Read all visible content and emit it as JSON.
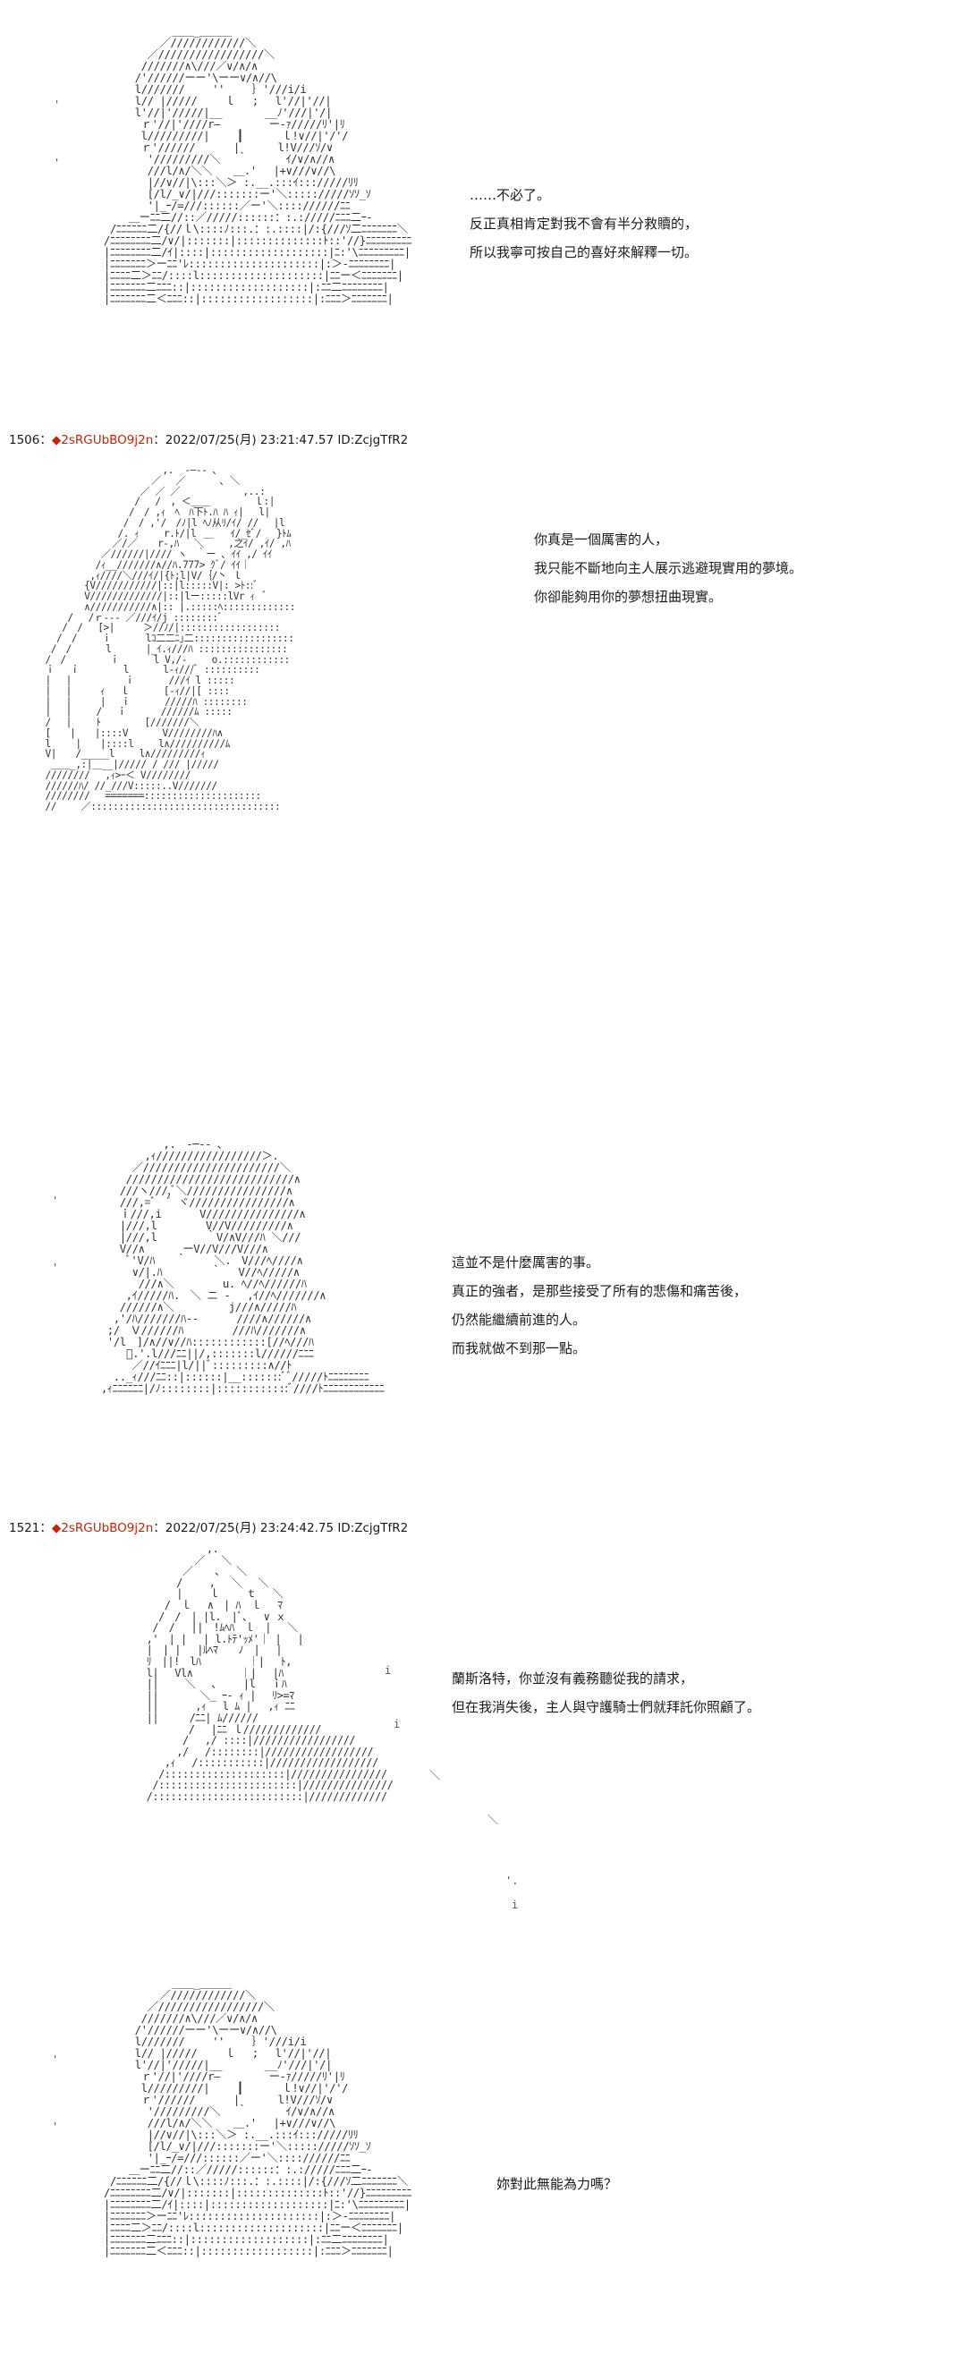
{
  "panels": [
    {
      "lines": [
        "……不必了。",
        "反正真相肯定對我不會有半分救贖的，",
        "所以我寧可按自己的喜好來解釋一切。"
      ]
    },
    {
      "header": {
        "number": "1506",
        "sep": "：",
        "trip": "◆2sRGUbBO9j2n",
        "rest": "：2022/07/25(月) 23:21:47.57 ID:ZcjgTfR2"
      },
      "lines": [
        "你真是一個厲害的人，",
        "我只能不斷地向主人展示逃避現實用的夢境。",
        "你卻能夠用你的夢想扭曲現實。"
      ]
    },
    {
      "lines": [
        "這並不是什麼厲害的事。",
        "真正的強者，是那些接受了所有的悲傷和痛苦後，",
        "仍然能繼續前進的人。",
        "而我就做不到那一點。"
      ]
    },
    {
      "header": {
        "number": "1521",
        "sep": "：",
        "trip": "◆2sRGUbBO9j2n",
        "rest": "：2022/07/25(月) 23:24:42.75 ID:ZcjgTfR2"
      },
      "lines": [
        "蘭斯洛特，你並沒有義務聽從我的請求，",
        "但在我消失後，主人與守護騎士們就拜託你照顧了。"
      ]
    },
    {
      "lines": [
        "妳對此無能為力嗎？"
      ]
    }
  ],
  "art": {
    "portrait_a": [
      "              ＿＿_＿＿＿",
      "            ／////////////＼",
      "          ／/////////////////＼",
      "         ///////∧\\///／∨/∧/∧",
      "        /'//////ーー'\\ーー∨/∧//\\",
      "        l///////　　 ''　　 ｝'///i/i",
      "        l// |/////　　 ｌ　 ;　 l'//|'//|",
      "        l'//|'/////|__　　　　__ﾉ'///|'/|",
      "         ｒ'//|'////r―　　　　 ー‐ｧ/////ﾘ'|ﾘ",
      "         l/////////|　　 ┃　　　 ｌ!∨//|'/'/",
      "         ｒ'//////　　　 |　　　 l!V///ｿ/∨",
      "          '/////////＼　 ｀　　　 ｲ/∨/∧//∧",
      "          ///l/∧/＼＼　　＿.'　 |+∨///∨//\\",
      "          |//∨//|\\:::＼＞ :.__.:::ｲ::://///ﾘﾘ",
      "          [/l/_∨/|///:::::::ー'＼::::://///ｿｿ_ｿ",
      "          '|_ｰ/=///::::::／ー'＼:::://////ﾆﾆ",
      "       ＿ーﾆﾆ二//::／/////::::::：:.://///ﾆﾆﾆ二ｰ-",
      "    /ﾆﾆﾆﾆﾆﾆ二/{//ｌ\\::::ﾉ:::.：:.::::|/:{///ｿ二ﾆﾆﾆﾆﾆﾆﾆ＼",
      "   /ﾆﾆﾆﾆﾆﾆﾆﾆ二/∨/|:::::::|::::::::::::::ﾄ::'//}ﾆﾆﾆﾆﾆﾆﾆﾆﾆ",
      "   |ﾆﾆﾆﾆﾆﾆﾆﾆ二/ｲ|::::|:::::::::::::::::::|ﾆ:'\\ﾆﾆﾆﾆﾆﾆﾆﾆﾆ|",
      "   |ﾆﾆﾆﾆﾆﾆﾆ＞ーﾆﾆ'ﾚ:::::::::::::::::::::|:＞-ﾆﾆﾆﾆﾆﾆﾆﾆ|",
      "   |ﾆﾆﾆﾆ二＞ﾆﾆ/::::l::::::::::::::::::::|ﾆﾆー＜ﾆﾆﾆﾆﾆﾆﾆ|",
      "   |ﾆﾆﾆﾆﾆﾆﾆ二ﾆﾆﾆ::|:::::::::::::::::::|:ﾆﾆ二ﾆﾆﾆﾆﾆﾆﾆﾆ|",
      "   |ﾆﾆﾆﾆﾆﾆﾆ二＜ﾆﾆﾆ::|::::::::::::::::::|:ﾆﾆﾆ＞ﾆﾆﾆﾆﾆﾆﾆ|"
    ],
    "sitting": [
      "                       ,.  -―‐- ､",
      "                     ／　 ／　　　 ､ ＼",
      "                   ／ ／ ／　　　　　　 ,..:",
      "                  /　 /　, ＜＿＿　　　　 ｌ:|",
      "                 /　/ ,ｨ　ﾍ　ﾊ下ﾄ.ﾊ ﾊ ｨ|　 l|",
      "                /　/ ,'/　/ﾉ|l ﾍﾉ从ﾘ/ｲ/ //　 |l",
      "               /. ｨ　　 r.ﾄ/|l　　　 ｲ/_ｾﾞ/　 }ﾄﾑ",
      "              ／/／ 　 r-,ﾊ　 ＼￣　 ,之ｲ/ ,ｲ/ ,ﾊ",
      "            ／//////|//// ヽ　｀ー ､ ｲｲ ,/ ｲｲ",
      "           /ｨ__///////∧//ﾊ.777> ｸﾞ/ ｲｲ｜",
      "          ,ｨ////＼///ｲ/|{ﾄ;l|V/｛/丶 ｌ",
      "         {V///////////|::|l:::::V|: >ﾄ::ﾞ",
      "         V/////////////|::|lー:::::lVr ｨ  ﾞ",
      "         ∧///////////∧|:: |.:::::ﾍ:::::::::::::",
      "      /　 /ｒ--- ／///ｲ/j ::::::::ﾞ",
      "     /　/　 [>|　　　＞//ﾉ/|::::::::::::::::::",
      "    /　/　　 ｉ　　　 lｺ二二ﾆ｣二::::::::::::::::::",
      "   /　/　　　 l　　　 |_ｲ.ｨ///ﾊ ::::::::::::::::",
      "  /　/　　　　 ｉ　　　 l V,/-　　 o.::::::::::::",
      "  ｉ　 ｉ　　　　 l　　　 l-ｨ///ﾞ ::::::::::",
      "  |　 |　　　　　 ｉ　　　 ///ｲ l :::::",
      "  |　 |　　　ｨ　 ｌ　　　 [-ｨ//|[ ::::",
      "  |　 |　　　|　 ｉ　　　 /////ﾊ ::::::::",
      "  |　 |　　 /　 ｉ　　　 //////ﾑ :::::",
      "  /　 |　　 ﾄ　　　　 [///////＼",
      "  [　　|　　|::::V　　　 V////////ﾊ∧",
      "  l　　 |　　|::::l　　 l∧//////////ﾑ",
      "  V|　　/_____l　　 l∧/////////ｨ",
      "   ＿＿_,:|＿__|///// / /// |/////",
      "  ////////　 ,ｨ>ｰ＜ V////////",
      "  //////ﾊ/ //_///V:::::..V///////",
      "  //////// 　=======:::::::::::::::::::::",
      "  //　　 ／::::::::::::::::::::::::::::::::::"
    ],
    "portrait_b": [
      "              ,.　-─-‐ ､",
      "           ,ｨ/////////////////＞.",
      "         ／//////////////////////＼",
      "        ///////////////////////////∧",
      "       ///ヽ///,ﾞ＼////////////////∧",
      "       ///,=ﾞ　ﾞ ヾ////////////////∧",
      "       ｉ///,i　　　 V///////////////∧",
      "       |///,l　　　　 V//V/////////∧",
      "       |///,l　　　　 ｀V/∧V///ﾊ ＼///",
      "       V//∧　　 　ーV//V///V///∧",
      "        ﾞ'V/ﾊ　　｀　　 ＼.　V///ﾍ////∧",
      "         ∨/|.ﾊ　　　　 ｀　 V//ﾍ/////∧",
      "          ///∧＼　　　　 u. ﾍ//ﾍ//////ﾊ",
      "        ,ｲ/////ﾊ.　＼ ニ ‐　 ,ｲ//ﾍ///////∧",
      "       //////∧＼ 　　　　 j///∧/////ﾊ",
      "      ,'/ﾊ///////ﾊ-‐　　　 ////∧//////∧",
      "     ;/　Ｖ//////ﾊ　　　　 ///ﾊ///////∧",
      "     '/l　]/∧//∨//ﾊ::::::::::::[//ﾍ///ﾊ",
      "        ﾞ.'.l///ﾆﾆ||/,:::::::l//////ﾆﾆﾆ",
      "         ／//ｲﾆﾆﾆ|l/||ﾞ:::::::::∧//ﾄ",
      "      .._ｨ///ﾆﾆ::|::::::|__:::::::ﾞﾞ/////ﾄﾆﾆﾆﾆﾆﾆﾆﾆ",
      "    ,ｨﾆﾆﾆﾆﾆﾆ|/ﾉ::::::::|::::::::::::ﾞ////ﾄﾆﾆﾆﾆﾆﾆﾆﾆﾆﾆﾆﾆ"
    ],
    "walking": [
      "               ,.",
      "             ／　 ＼",
      "           ／　  ､　 ＼",
      "          /　　 ,　 ＼　 ＼",
      "          |　　 ｌ　　 ｔ　 ＼",
      "        /　ｌ　 ∧　| ﾊ　ｌ　 ﾏ",
      "       /　/　| |l.　|ﾞ、　 ∨ ｘ",
      "      /　/　 ||　!ﾑﾍﾊ　ｌ　|　 ＼",
      "     ,'　| |　 | l.ﾄﾃ'ｯﾒ'｜ |　 |",
      "     |　| |　 |ﾙﾍﾏ　　ﾉ　|　 |",
      "     ﾘ　||!　lﾊ　　　　 ｜|　 ﾄ,",
      "     l|　 Vl∧　　　　 ｜|　 |ﾊ",
      "     ||　　 ＼　 ､　　 |l　 ｉﾊ",
      "     ||　　　　＼_ ｰ- ｨ |　 ﾘ>=ﾏ",
      "     ||　　　 ,ｨ　 l ﾑ |　 ,ｨ ﾆﾆ",
      "     ||　　　/ﾆﾆ| ﾑ//////",
      "            /　 |ﾆﾆ ｌ/////////////",
      "           /　 ,/ ::::|/////////////////",
      "          ,/　 /::::::::|//////////////////",
      "        ,ｨ　 /:::::::::::|//////////////////",
      "       /::::::::::::::::::::|////////////////",
      "      /:::::::::::::::::::::::|///////////////",
      "     /:::::::::::::::::::::::::|/////////////"
    ]
  }
}
